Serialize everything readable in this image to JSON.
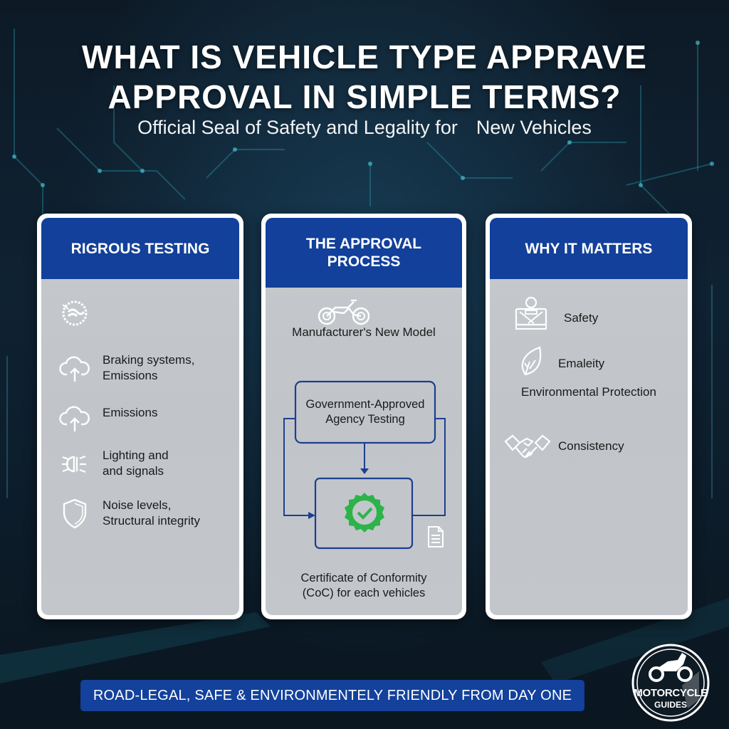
{
  "header": {
    "title_line1": "WHAT IS VEHICLE TYPE APPRAVE",
    "title_line2": "APPROVAL IN SIMPLE TERMS?",
    "subtitle_part1": "Official Seal of Safety and Legality for",
    "subtitle_part2": "New Vehicles"
  },
  "cards": [
    {
      "title": "RIGROUS TESTING",
      "items": [
        {
          "icon": "seal-emblem-icon",
          "text": ""
        },
        {
          "icon": "cloud-upload-icon",
          "line1": "Braking systems,",
          "line2": "Emissions"
        },
        {
          "icon": "cloud-upload-icon",
          "line1": "Emissions",
          "line2": ""
        },
        {
          "icon": "headlight-icon",
          "line1": "Lighting and",
          "line2": "and signals"
        },
        {
          "icon": "shield-icon",
          "line1": "Noise levels,",
          "line2": "Structural integrity"
        }
      ]
    },
    {
      "title_line1": "THE APPROVAL",
      "title_line2": "PROCESS",
      "step1": {
        "icon": "motorcycle-icon",
        "label": "Manufacturer's New Model"
      },
      "step2": {
        "line1": "Government-Approved",
        "line2": "Agency Testing"
      },
      "step3": {
        "icon": "approved-badge-icon",
        "doc_icon": "document-icon"
      },
      "result": {
        "line1": "Certificate of Conformity",
        "line2": "(CoC) for each vehicles"
      }
    },
    {
      "title": "WHY IT MATTERS",
      "items": [
        {
          "icon": "seatbelt-person-icon",
          "label": "Safety"
        },
        {
          "icon": "leaf-icon",
          "label": "Emaleity"
        },
        {
          "icon": "",
          "label": "Environmental Protection"
        },
        {
          "icon": "handshake-icon",
          "label": "Consistency"
        }
      ]
    }
  ],
  "footer": {
    "banner": "ROAD-LEGAL, SAFE & ENVIRONMENTELY FRIENDLY FROM DAY ONE",
    "logo_line1": "MOTORCYCLE",
    "logo_line2": "GUIDES"
  },
  "colors": {
    "header_blue": "#12409a",
    "banner_blue": "#13419c",
    "card_body": "#c3c7cb",
    "badge_green": "#2db34a",
    "flow_line": "#1c3f8f",
    "background": "#0f2233"
  }
}
